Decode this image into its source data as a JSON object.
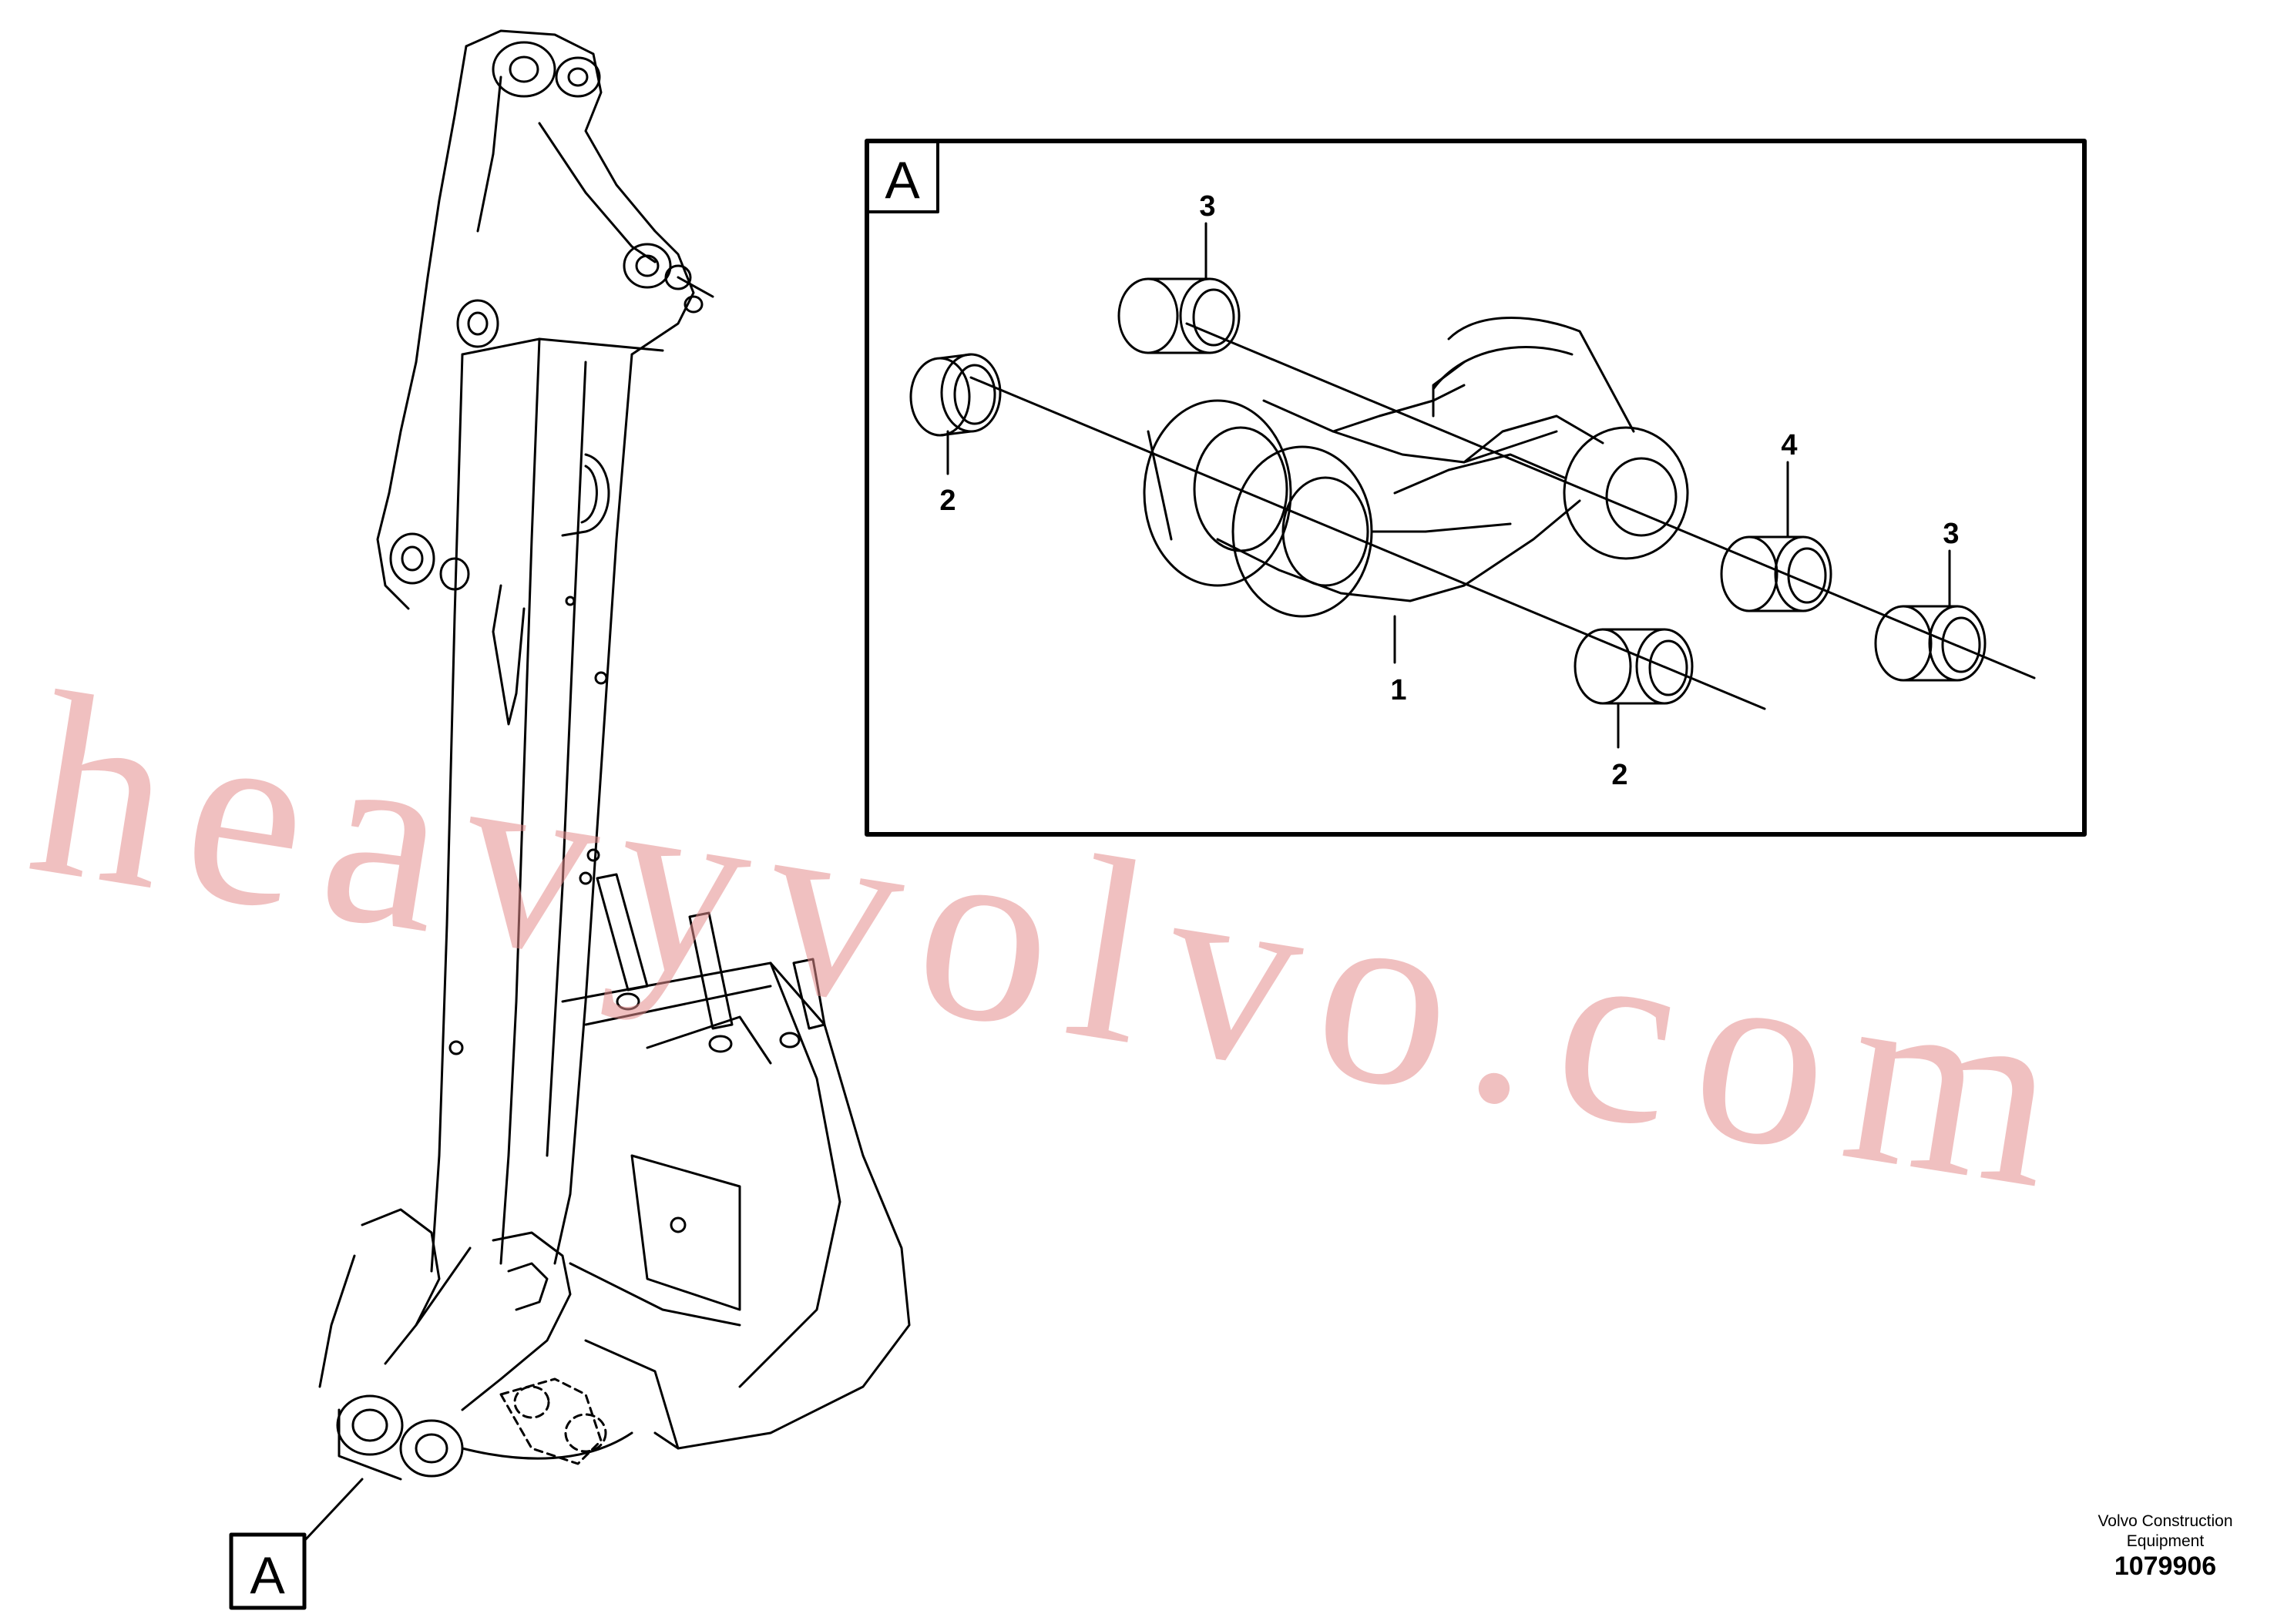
{
  "detail_box": {
    "label": "A",
    "callouts": [
      {
        "number": "1"
      },
      {
        "number": "2"
      },
      {
        "number": "2"
      },
      {
        "number": "3"
      },
      {
        "number": "3"
      },
      {
        "number": "4"
      }
    ]
  },
  "main_view": {
    "detail_marker": "A"
  },
  "watermark": {
    "text": "heavyvolvo.com"
  },
  "credit": {
    "line1": "Volvo Construction",
    "line2": "Equipment",
    "part_number": "1079906"
  },
  "colors": {
    "line": "#000000",
    "watermark": "#e48c8c"
  }
}
